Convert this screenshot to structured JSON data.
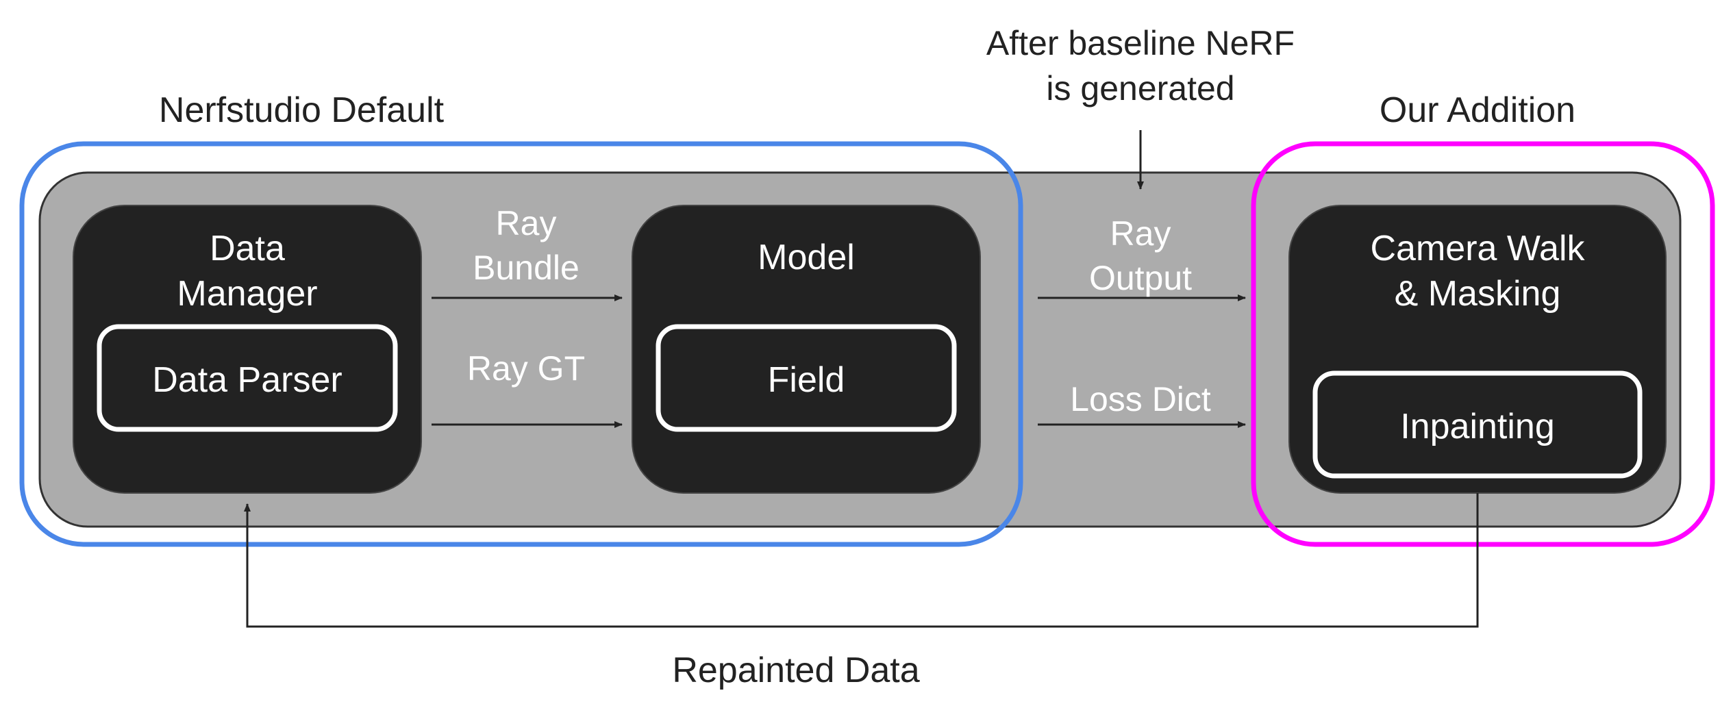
{
  "labels": {
    "nerfstudio_default": "Nerfstudio Default",
    "our_addition": "Our Addition",
    "after_baseline_line1": "After baseline NeRF",
    "after_baseline_line2": "is generated",
    "repainted_data": "Repainted Data"
  },
  "nodes": {
    "data_manager": {
      "line1": "Data",
      "line2": "Manager",
      "inner": "Data Parser"
    },
    "model": {
      "title": "Model",
      "inner": "Field"
    },
    "camera_walk": {
      "line1": "Camera Walk",
      "line2": "& Masking",
      "inner": "Inpainting"
    }
  },
  "edges": {
    "ray_bundle_line1": "Ray",
    "ray_bundle_line2": "Bundle",
    "ray_gt": "Ray GT",
    "ray_output_line1": "Ray",
    "ray_output_line2": "Output",
    "loss_dict": "Loss Dict"
  },
  "colors": {
    "pipeline_background": "#acacac",
    "node_fill": "#222222",
    "nerfstudio_outline": "#4a86e8",
    "addition_outline": "#ff00ff",
    "inner_outline": "#ffffff"
  }
}
